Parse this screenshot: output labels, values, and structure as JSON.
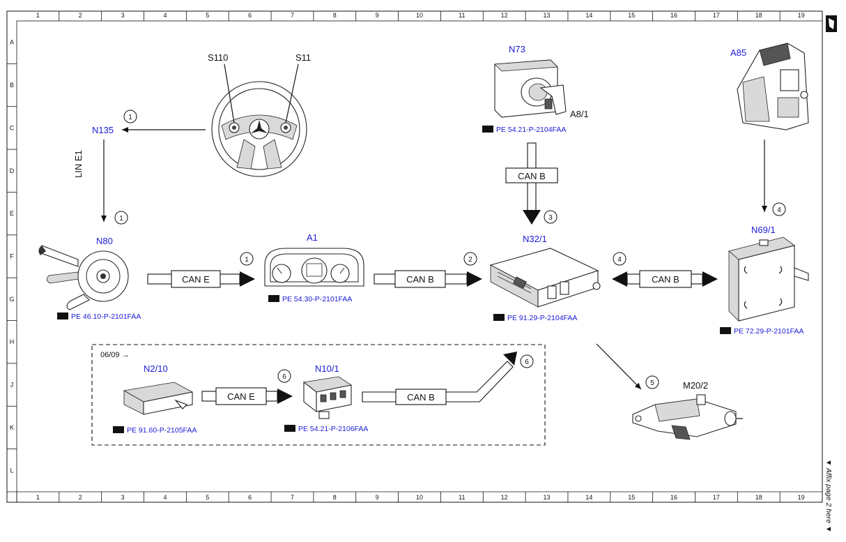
{
  "grid": {
    "columns": [
      "1",
      "2",
      "3",
      "4",
      "5",
      "6",
      "7",
      "8",
      "9",
      "10",
      "11",
      "12",
      "13",
      "14",
      "15",
      "16",
      "17",
      "18",
      "19"
    ],
    "rows": [
      "A",
      "B",
      "C",
      "D",
      "E",
      "F",
      "G",
      "H",
      "J",
      "K",
      "L"
    ]
  },
  "side_note": "▼ Affix page 2 here ▼",
  "components": {
    "S110": "S110",
    "S11": "S11",
    "N135": "N135",
    "N80": "N80",
    "A1": "A1",
    "N73": "N73",
    "A8_1": "A8/1",
    "N32_1": "N32/1",
    "A85": "A85",
    "N69_1": "N69/1",
    "N2_10": "N2/10",
    "N10_1": "N10/1",
    "M20_2": "M20/2"
  },
  "references": {
    "N80": "PE 46.10-P-2101FAA",
    "A1": "PE 54.30-P-2101FAA",
    "N73": "PE 54.21-P-2104FAA",
    "N32_1": "PE 91.29-P-2104FAA",
    "N69_1": "PE 72.29-P-2101FAA",
    "N2_10": "PE 91.60-P-2105FAA",
    "N10_1": "PE 54.21-P-2106FAA"
  },
  "buses": {
    "lin_e1": "LIN E1",
    "can_e_n80_a1": "CAN E",
    "can_b_a1_n32": "CAN B",
    "can_b_n73": "CAN B",
    "can_b_n32_n69": "CAN B",
    "can_e_n2": "CAN E",
    "can_b_n10": "CAN B"
  },
  "callouts": {
    "c1_top": "1",
    "c1_lin": "1",
    "c1_can": "1",
    "c2": "2",
    "c3": "3",
    "c4_top": "4",
    "c4_bus": "4",
    "c5": "5",
    "c6_mid": "6",
    "c6_end": "6"
  },
  "variant_box": {
    "label": "06/09 →"
  }
}
